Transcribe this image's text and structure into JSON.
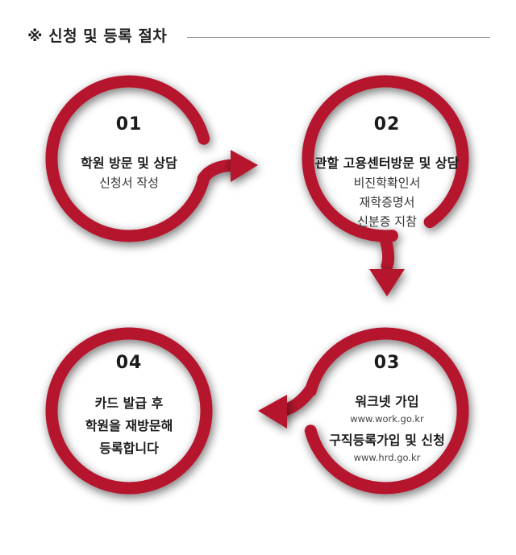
{
  "heading": "※ 신청 및 등록 절차",
  "colors": {
    "ring": "#b5172f",
    "shadow": "#8c8c8c",
    "text": "#1b1b1b"
  },
  "steps": [
    {
      "num": "01",
      "title": "학원 방문 및 상담",
      "lines": [
        "신청서 작성"
      ]
    },
    {
      "num": "02",
      "title": "관할 고용센터방문 및 상담",
      "lines": [
        "비진학확인서",
        "재학증명서",
        "신분증 지참"
      ]
    },
    {
      "num": "03",
      "title": "워크넷 가입",
      "url1": "www.work.go.kr",
      "title2": "구직등록가입 및 신청",
      "url2": "www.hrd.go.kr"
    },
    {
      "num": "04",
      "lines": [
        "카드 발급 후",
        "학원을 재방문해",
        "등록합니다"
      ]
    }
  ]
}
